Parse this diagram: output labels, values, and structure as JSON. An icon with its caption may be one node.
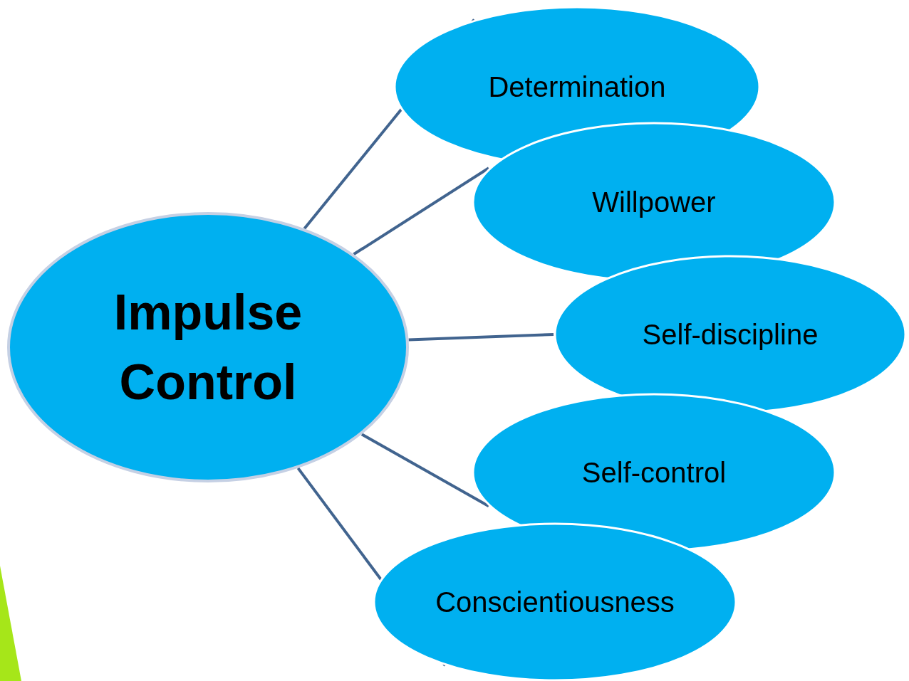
{
  "diagram": {
    "nodes": [
      {
        "text": [
          "Impulse Control"
        ]
      },
      {
        "text": [
          "Determination"
        ]
      },
      {
        "text": [
          "Willpower"
        ]
      },
      {
        "text": [
          "Self-discipline"
        ]
      },
      {
        "text": [
          "Self-control"
        ]
      },
      {
        "text": [
          "Conscientiousness"
        ]
      }
    ],
    "edges": [
      {
        "from": 0,
        "to": 1,
        "arrow": "none"
      },
      {
        "from": 0,
        "to": 2,
        "arrow": "none"
      },
      {
        "from": 0,
        "to": 3,
        "arrow": "none"
      },
      {
        "from": 0,
        "to": 4,
        "arrow": "none"
      },
      {
        "from": 0,
        "to": 5,
        "arrow": "none"
      }
    ]
  }
}
